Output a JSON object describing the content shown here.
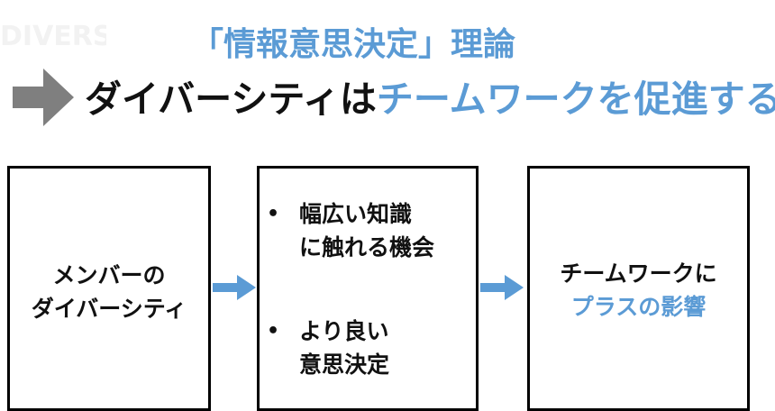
{
  "title": "「情報意思決定」理論",
  "headline": {
    "lead": "ダイバーシティは",
    "accent": "チームワークを促進する"
  },
  "boxes": {
    "left": {
      "line1": "メンバーの",
      "line2": "ダイバーシティ"
    },
    "middle": {
      "bullet_symbol": "•",
      "bullet1_line1": "幅広い知識",
      "bullet1_line2": "に触れる機会",
      "bullet2_line1": "より良い",
      "bullet2_line2": "意思決定"
    },
    "right": {
      "line1": "チームワークに",
      "line2": "プラスの影響"
    }
  },
  "colors": {
    "accent": "#5b9bd5",
    "text": "#111111",
    "arrow_gray": "#7f7f7f",
    "border": "#000000"
  },
  "icons": {
    "headline_arrow": "right-arrow-icon",
    "flow_arrow": "right-arrow-icon"
  }
}
